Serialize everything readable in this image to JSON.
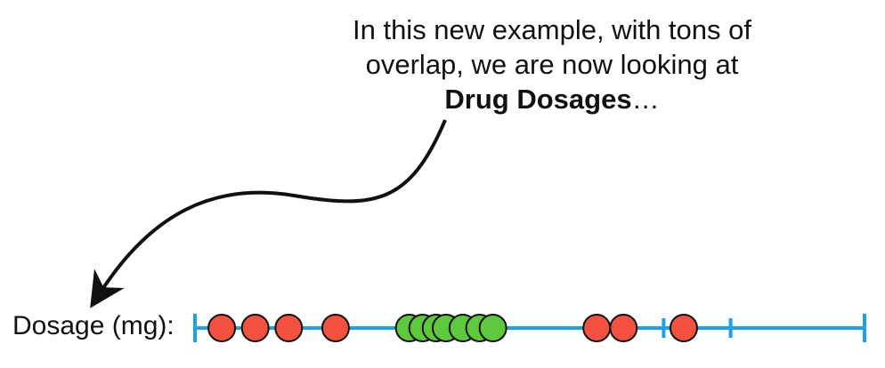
{
  "caption": {
    "line1": "In this new example, with tons of",
    "line2": "overlap, we are now looking at",
    "line3_bold": "Drug Dosages",
    "line3_suffix": "…"
  },
  "axis": {
    "label": "Dosage (mg):",
    "line_color": "#1fa0e8"
  },
  "colors": {
    "red_point": "#f2523f",
    "green_point": "#5ec93d",
    "point_stroke": "#111111",
    "arrow": "#111111"
  },
  "points": [
    {
      "pos": 0.04,
      "group": "red"
    },
    {
      "pos": 0.09,
      "group": "red"
    },
    {
      "pos": 0.14,
      "group": "red"
    },
    {
      "pos": 0.21,
      "group": "red"
    },
    {
      "pos": 0.32,
      "group": "green"
    },
    {
      "pos": 0.34,
      "group": "green"
    },
    {
      "pos": 0.36,
      "group": "green"
    },
    {
      "pos": 0.375,
      "group": "green"
    },
    {
      "pos": 0.4,
      "group": "green"
    },
    {
      "pos": 0.425,
      "group": "green"
    },
    {
      "pos": 0.445,
      "group": "green"
    },
    {
      "pos": 0.6,
      "group": "red"
    },
    {
      "pos": 0.64,
      "group": "red"
    },
    {
      "pos": 0.73,
      "group": "red"
    }
  ],
  "ticks": [
    0.0,
    0.1,
    0.2,
    0.4,
    0.6,
    0.7,
    0.8
  ]
}
